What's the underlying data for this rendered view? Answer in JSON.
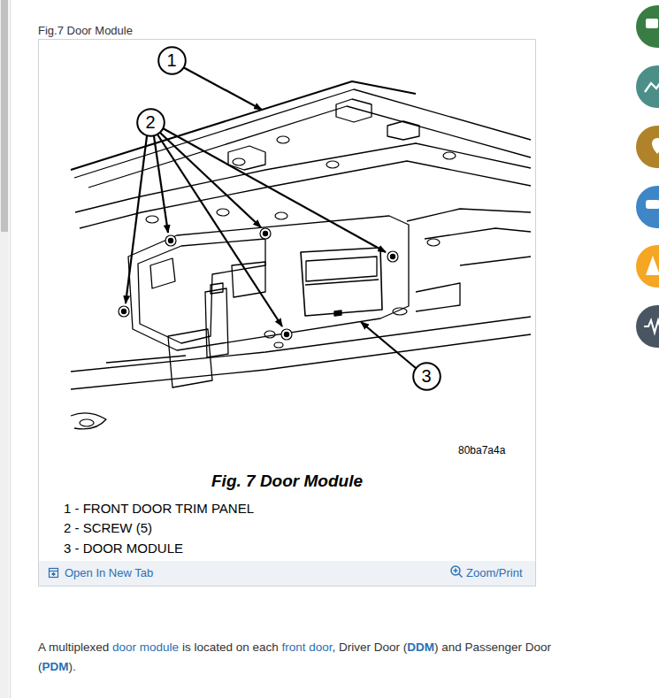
{
  "diagram": {
    "title": "Fig.7 Door Module",
    "caption": "Fig. 7 Door Module",
    "nodes": [
      {
        "text": [
          "1"
        ]
      },
      {
        "text": [
          "2"
        ]
      },
      {
        "text": [
          "3"
        ]
      }
    ],
    "labels": [
      "80ba7a4a",
      "1 - FRONT DOOR TRIM PANEL",
      "2 - SCREW (5)",
      "3 - DOOR MODULE",
      "Open In New Tab",
      "Zoom/Print",
      "A multiplexed",
      "door module",
      "is located on each",
      "front door",
      ", Driver Door (",
      "DDM",
      ") and Passenger Door",
      "(",
      "PDM",
      ")."
    ]
  }
}
